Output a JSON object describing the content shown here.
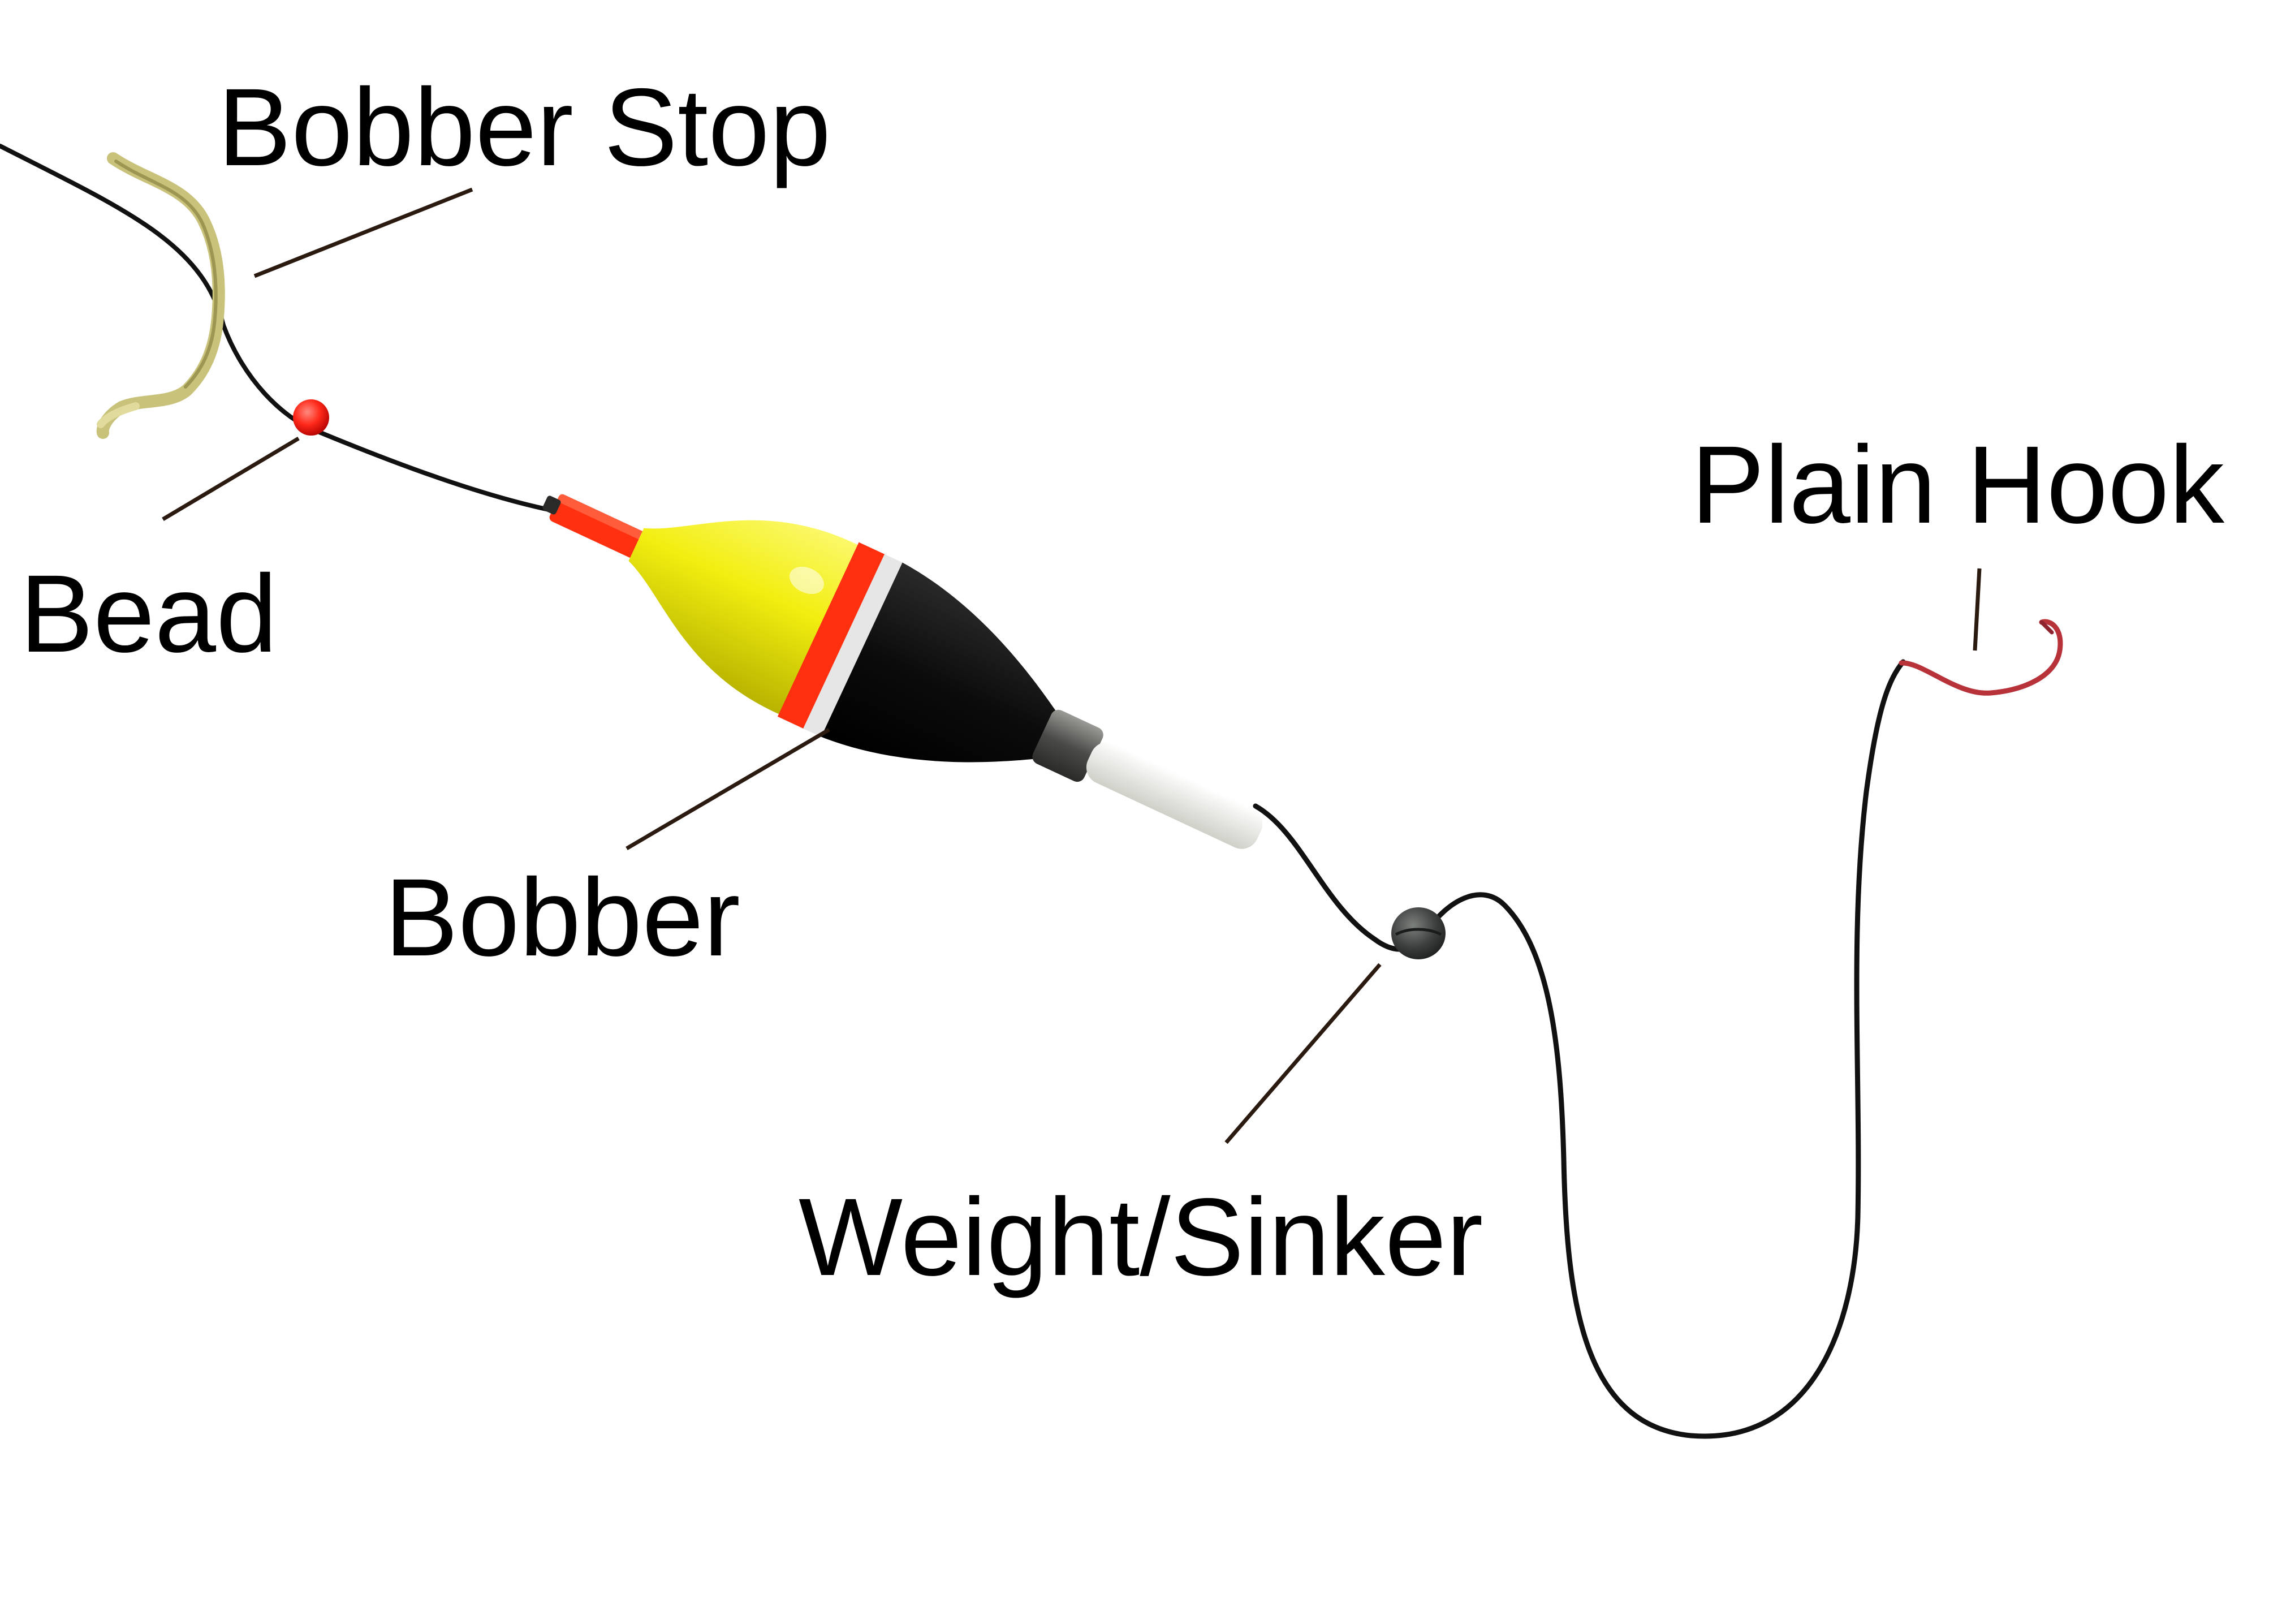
{
  "labels": {
    "bobber_stop": "Bobber Stop",
    "bead": "Bead",
    "bobber": "Bobber",
    "weight_sinker": "Weight/Sinker",
    "plain_hook": "Plain Hook"
  },
  "colors": {
    "line": "#111111",
    "bobber_stop": "#c9c27a",
    "bead": "#ff2a1a",
    "bobber_yellow": "#f2ee10",
    "bobber_red": "#ff3010",
    "bobber_stripe": "#e6e6e6",
    "bobber_black": "#0b0b0b",
    "bobber_stem": "#f5f5f0",
    "sinker": "#3c3f3d",
    "hook": "#b8323a"
  }
}
